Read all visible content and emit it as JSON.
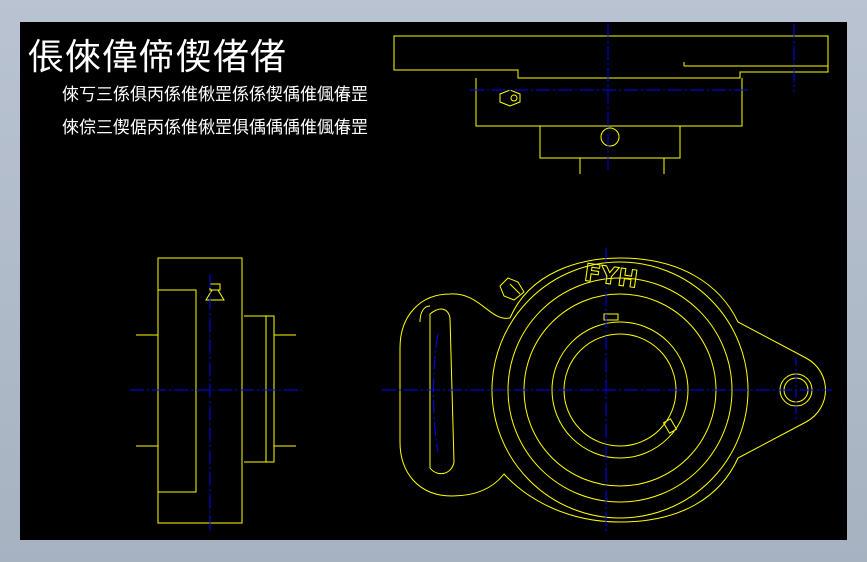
{
  "drawing": {
    "title": "倀倈偉偙偰偖偖",
    "subtitle_line1": "倈丂三係俱丙係倠偢罡係係偰偊倠偑偆罡",
    "subtitle_line2": "倈倧三偰倨丙係倠偢罡俱偊偊偊倠偑偆罡",
    "brand_mark": "FYH"
  },
  "colors": {
    "background": "#000000",
    "outline": "#ffff00",
    "centerline": "#0000ff",
    "text": "#ffffff",
    "frame": "#b0bac8"
  }
}
